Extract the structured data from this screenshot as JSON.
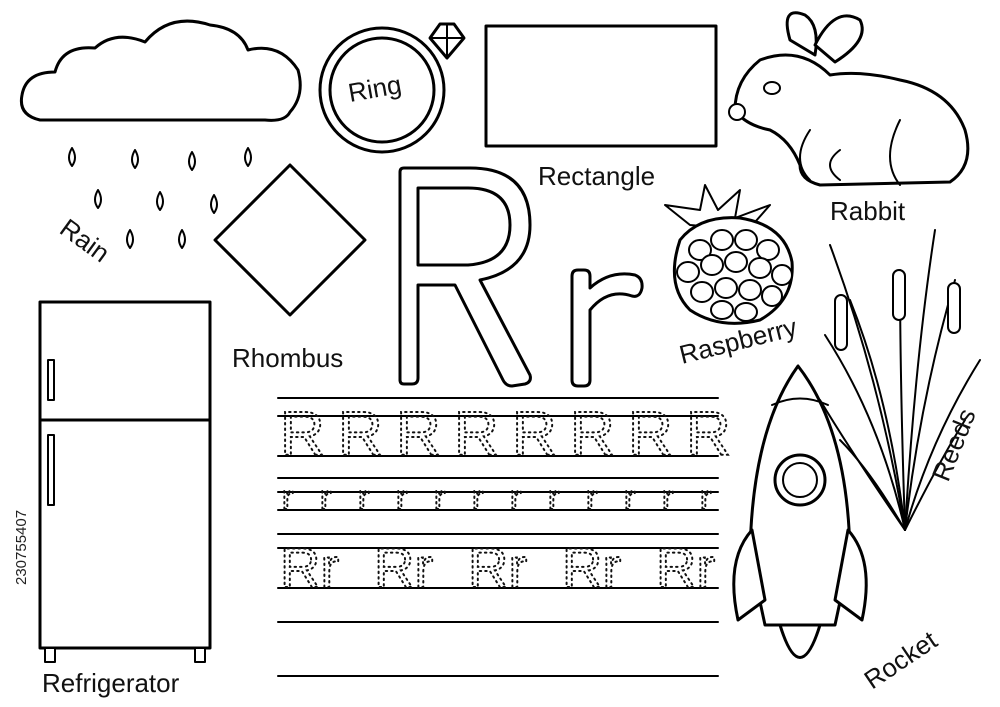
{
  "words": {
    "rain": "Rain",
    "ring": "Ring",
    "rectangle": "Rectangle",
    "rabbit": "Rabbit",
    "rhombus": "Rhombus",
    "raspberry": "Raspberry",
    "reeds": "Reeds",
    "refrigerator": "Refrigerator",
    "rocket": "Rocket"
  },
  "letters": {
    "upper": "R",
    "lower": "r",
    "pair": "Rr"
  },
  "stock_id": "230755407"
}
